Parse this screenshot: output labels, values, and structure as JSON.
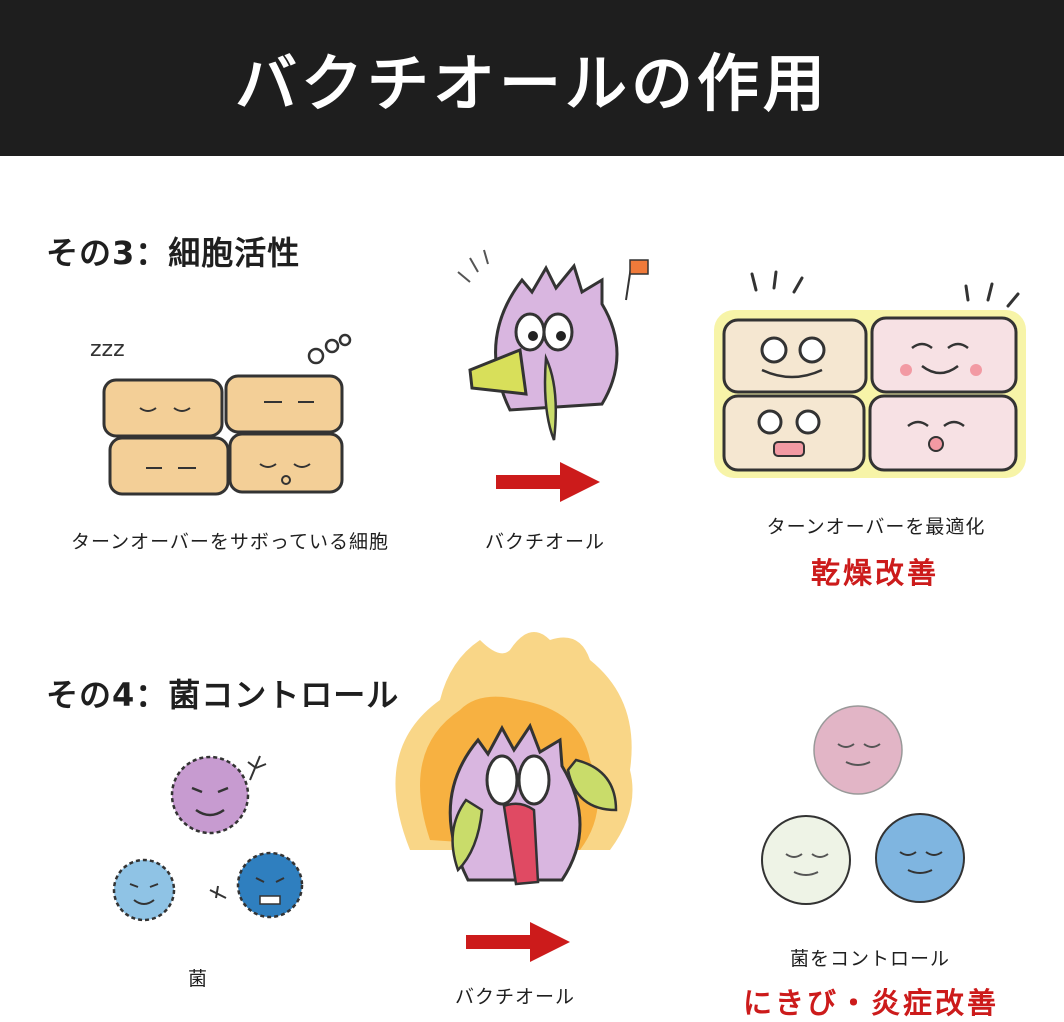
{
  "header": {
    "title": "バクチオールの作用"
  },
  "section3": {
    "title": "その3：細胞活性",
    "before_caption": "ターンオーバーをサボっている細胞",
    "agent_caption": "バクチオール",
    "after_caption": "ターンオーバーを最適化",
    "result": "乾燥改善"
  },
  "section4": {
    "title": "その4：菌コントロール",
    "before_caption": "菌",
    "agent_caption": "バクチオール",
    "after_caption": "菌をコントロール",
    "result": "にきび・炎症改善"
  },
  "colors": {
    "header_bg": "#1e1e1e",
    "accent_red": "#cc1b1b",
    "cell_tan": "#f3cf97",
    "leaf_green": "#c9dc6a",
    "purple": "#c79bd0",
    "flame_orange": "#f6a123"
  }
}
